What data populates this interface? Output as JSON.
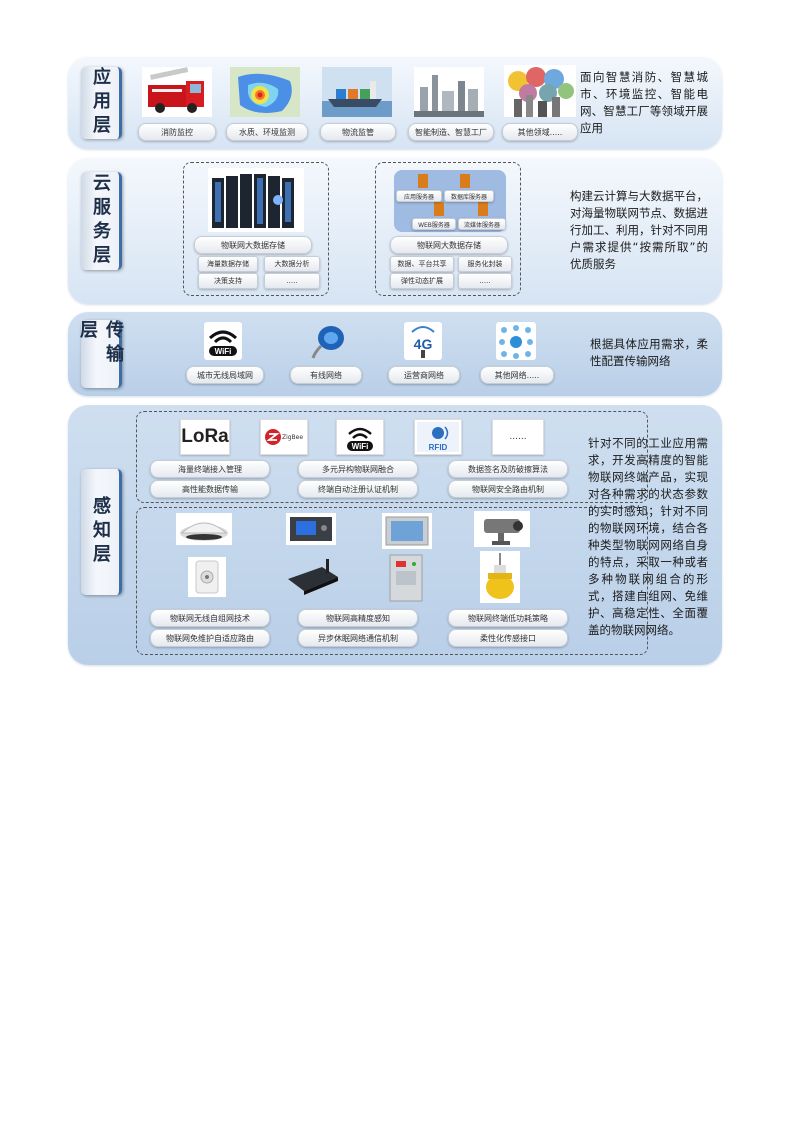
{
  "app_layer": {
    "tag": "应用层",
    "items": [
      "消防监控",
      "水质、环境监测",
      "物流监管",
      "智能制造、智慧工厂",
      "其他领域....."
    ],
    "description": "面向智慧消防、智慧城市、环境监控、智能电网、智慧工厂等领域开展应用"
  },
  "cloud_layer": {
    "tag": "云服务层",
    "left": {
      "title": "物联网大数据存储",
      "cells": [
        "海量数据存储",
        "大数据分析",
        "决策支持",
        "....."
      ]
    },
    "right": {
      "servers": [
        "应用服务器",
        "数据库服务器",
        "WEB服务器",
        "流媒体服务器"
      ],
      "title": "物联网大数据存储",
      "cells": [
        "数据、平台共享",
        "服务化封装",
        "弹性动态扩展",
        "....."
      ]
    },
    "description": "构建云计算与大数据平台，对海量物联网节点、数据进行加工、利用，针对不同用户需求提供“按需所取”的优质服务"
  },
  "transport_layer": {
    "tag": "传输层",
    "items": [
      "城市无线局域网",
      "有线网络",
      "运营商网络",
      "其他网络....."
    ],
    "icons": {
      "wifi": "WiFi",
      "net4g": "4G"
    },
    "description": "根据具体应用需求，柔性配置传输网络"
  },
  "sense_layer": {
    "tag": "感知层",
    "protocols": {
      "lora": "LoRa",
      "zigbee": "ZigBee",
      "wifi": "WiFi",
      "rfid": "RFID",
      "more": "......"
    },
    "top_caps": [
      "海量终端接入管理",
      "多元异构物联网融合",
      "数据签名及防破擦算法",
      "高性能数据传输",
      "终端自动注册认证机制",
      "物联网安全路由机制"
    ],
    "bottom_caps": [
      "物联网无线自组网技术",
      "物联网高精度感知",
      "物联网终端低功耗策略",
      "物联网免维护自适应路由",
      "异步休眠网络通信机制",
      "柔性化传感接口"
    ],
    "description": "针对不同的工业应用需求，开发高精度的智能物联网终端产品，实现对各种需求的状态参数的实时感知；针对不同的物联网环境，结合各种类型物联网网络自身的特点，采取一种或者多种物联网组合的形式，搭建自组网、免维护、高稳定性、全面覆盖的物联网网络。"
  }
}
